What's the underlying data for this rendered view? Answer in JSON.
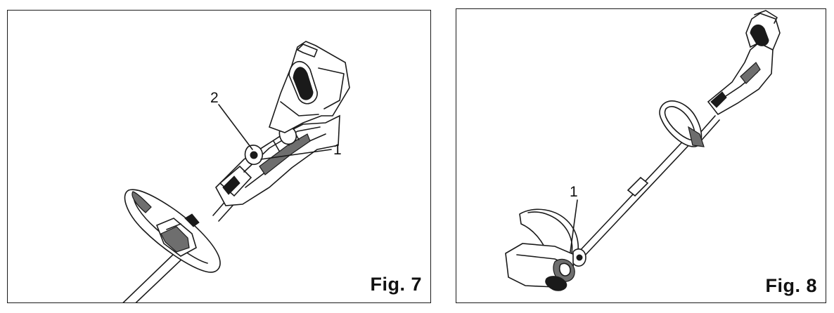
{
  "figures": [
    {
      "label": "Fig. 7",
      "callouts": [
        "2",
        "1"
      ]
    },
    {
      "label": "Fig. 8",
      "callouts": [
        "1"
      ]
    }
  ]
}
